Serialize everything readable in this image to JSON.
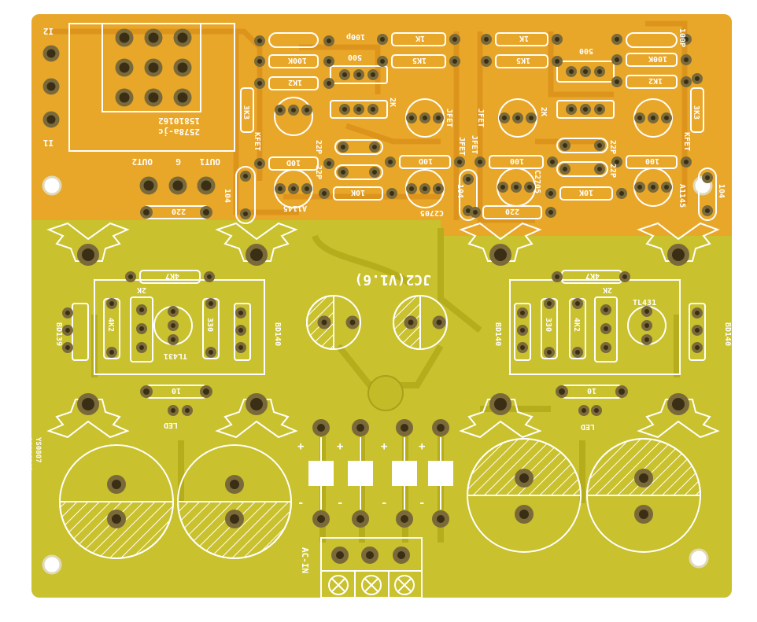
{
  "colors": {
    "background": "#ffffff",
    "pcb_orange": "#e9a72a",
    "pcb_green": "#c9c12e",
    "trace_orange": "#e39a20",
    "trace_green": "#b9b21f",
    "silkscreen": "#ffffff",
    "pad_copper": "#7a6a3a",
    "pad_hole": "#2a2416"
  },
  "board_title": "JC2(V1.6)",
  "connectors": {
    "i2": "I2",
    "i1": "I1",
    "out2": "OUT2",
    "g": "G",
    "out1": "OUT1",
    "ac_in": "AC-IN",
    "ic_code_a": "2578a-jc",
    "ic_code_b": "15810162",
    "serial_a": "YS0807",
    "serial_b": "18096162"
  },
  "left_channel": {
    "c_100p": "100p",
    "r_1k_a": "1K",
    "r_100k": "100K",
    "r_1k5": "1K5",
    "r_1k2": "1K2",
    "pot_500": "500",
    "r_3k3": "3K3",
    "kfet": "KFET",
    "jfet_a": "JFET",
    "jfet_b": "JFET",
    "r_2k": "2K",
    "c_22p_a": "22P",
    "c_22p_b": "22P",
    "r_10d_a": "10D",
    "r_10d_b": "10D",
    "r_10k": "10K",
    "cap_104": "104",
    "a1145": "A1145",
    "c2705": "C2705",
    "r_220": "220"
  },
  "right_channel": {
    "c_100p": "100P",
    "r_1k_a": "1K",
    "r_100k": "100K",
    "r_1k5": "1K5",
    "r_1k2": "1K2",
    "pot_500": "500",
    "r_3k3": "3K3",
    "kfet": "KFET",
    "jfet_a": "JFET",
    "jfet_b": "JFET",
    "r_2k": "2K",
    "c_22p_a": "22P",
    "c_22p_b": "22P",
    "r_100_a": "100",
    "r_100_b": "100",
    "r_10k": "10K",
    "cap_104_a": "104",
    "cap_104_b": "104",
    "a1145": "A1145",
    "c2705": "C2705",
    "r_220": "220"
  },
  "power_left": {
    "bd139": "BD139",
    "bd140": "BD140",
    "r_4k7": "4K7",
    "pot_2k": "2K",
    "r_4k2": "4K2",
    "r_330": "330",
    "tl431": "TL431",
    "r_10": "10",
    "led": "LED"
  },
  "power_right": {
    "bd140_a": "BD140",
    "bd140_b": "BD140",
    "r_4k7": "4K7",
    "pot_2k": "2K",
    "r_4k2": "4K2",
    "r_330": "330",
    "tl431": "TL431",
    "r_10": "10",
    "led": "LED"
  },
  "rectifier": {
    "plus": "+",
    "minus": "-"
  }
}
